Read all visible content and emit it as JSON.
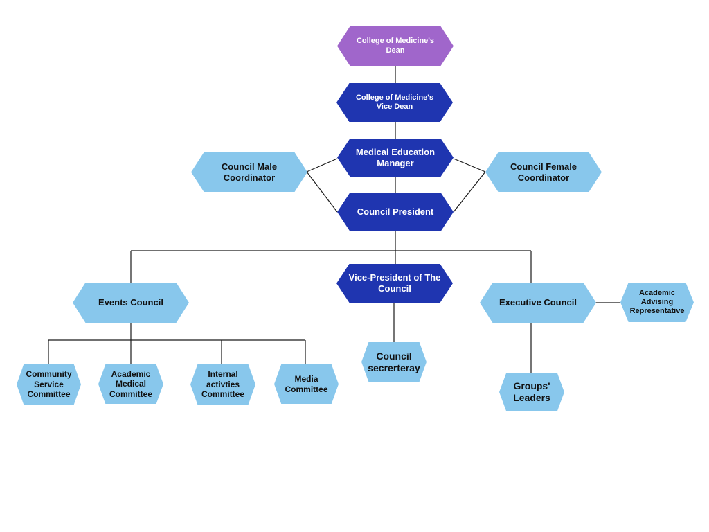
{
  "nodes": {
    "dean": "College of Medicine's Dean",
    "vice_dean": "College of Medicine's Vice Dean",
    "med_ed_manager": "Medical Education Manager",
    "male_coordinator": "Council Male Coordinator",
    "female_coordinator": "Council Female Coordinator",
    "president": "Council President",
    "vice_president": "Vice-President of The Council",
    "events_council": "Events Council",
    "executive_council": "Executive Council",
    "academic_advising": "Academic Advising Representative",
    "secretary": "Council secrerteray",
    "groups_leaders": "Groups' Leaders",
    "community_service": "Community Service Committee",
    "academic_medical": "Academic Medical Committee",
    "internal_activities": "Internal activties Committee",
    "media": "Media Committee"
  },
  "colors": {
    "dean_fill": "#a066cb",
    "senior_fill": "#1f35b0",
    "member_fill": "#88c7ec",
    "line": "#1a1a1a"
  }
}
